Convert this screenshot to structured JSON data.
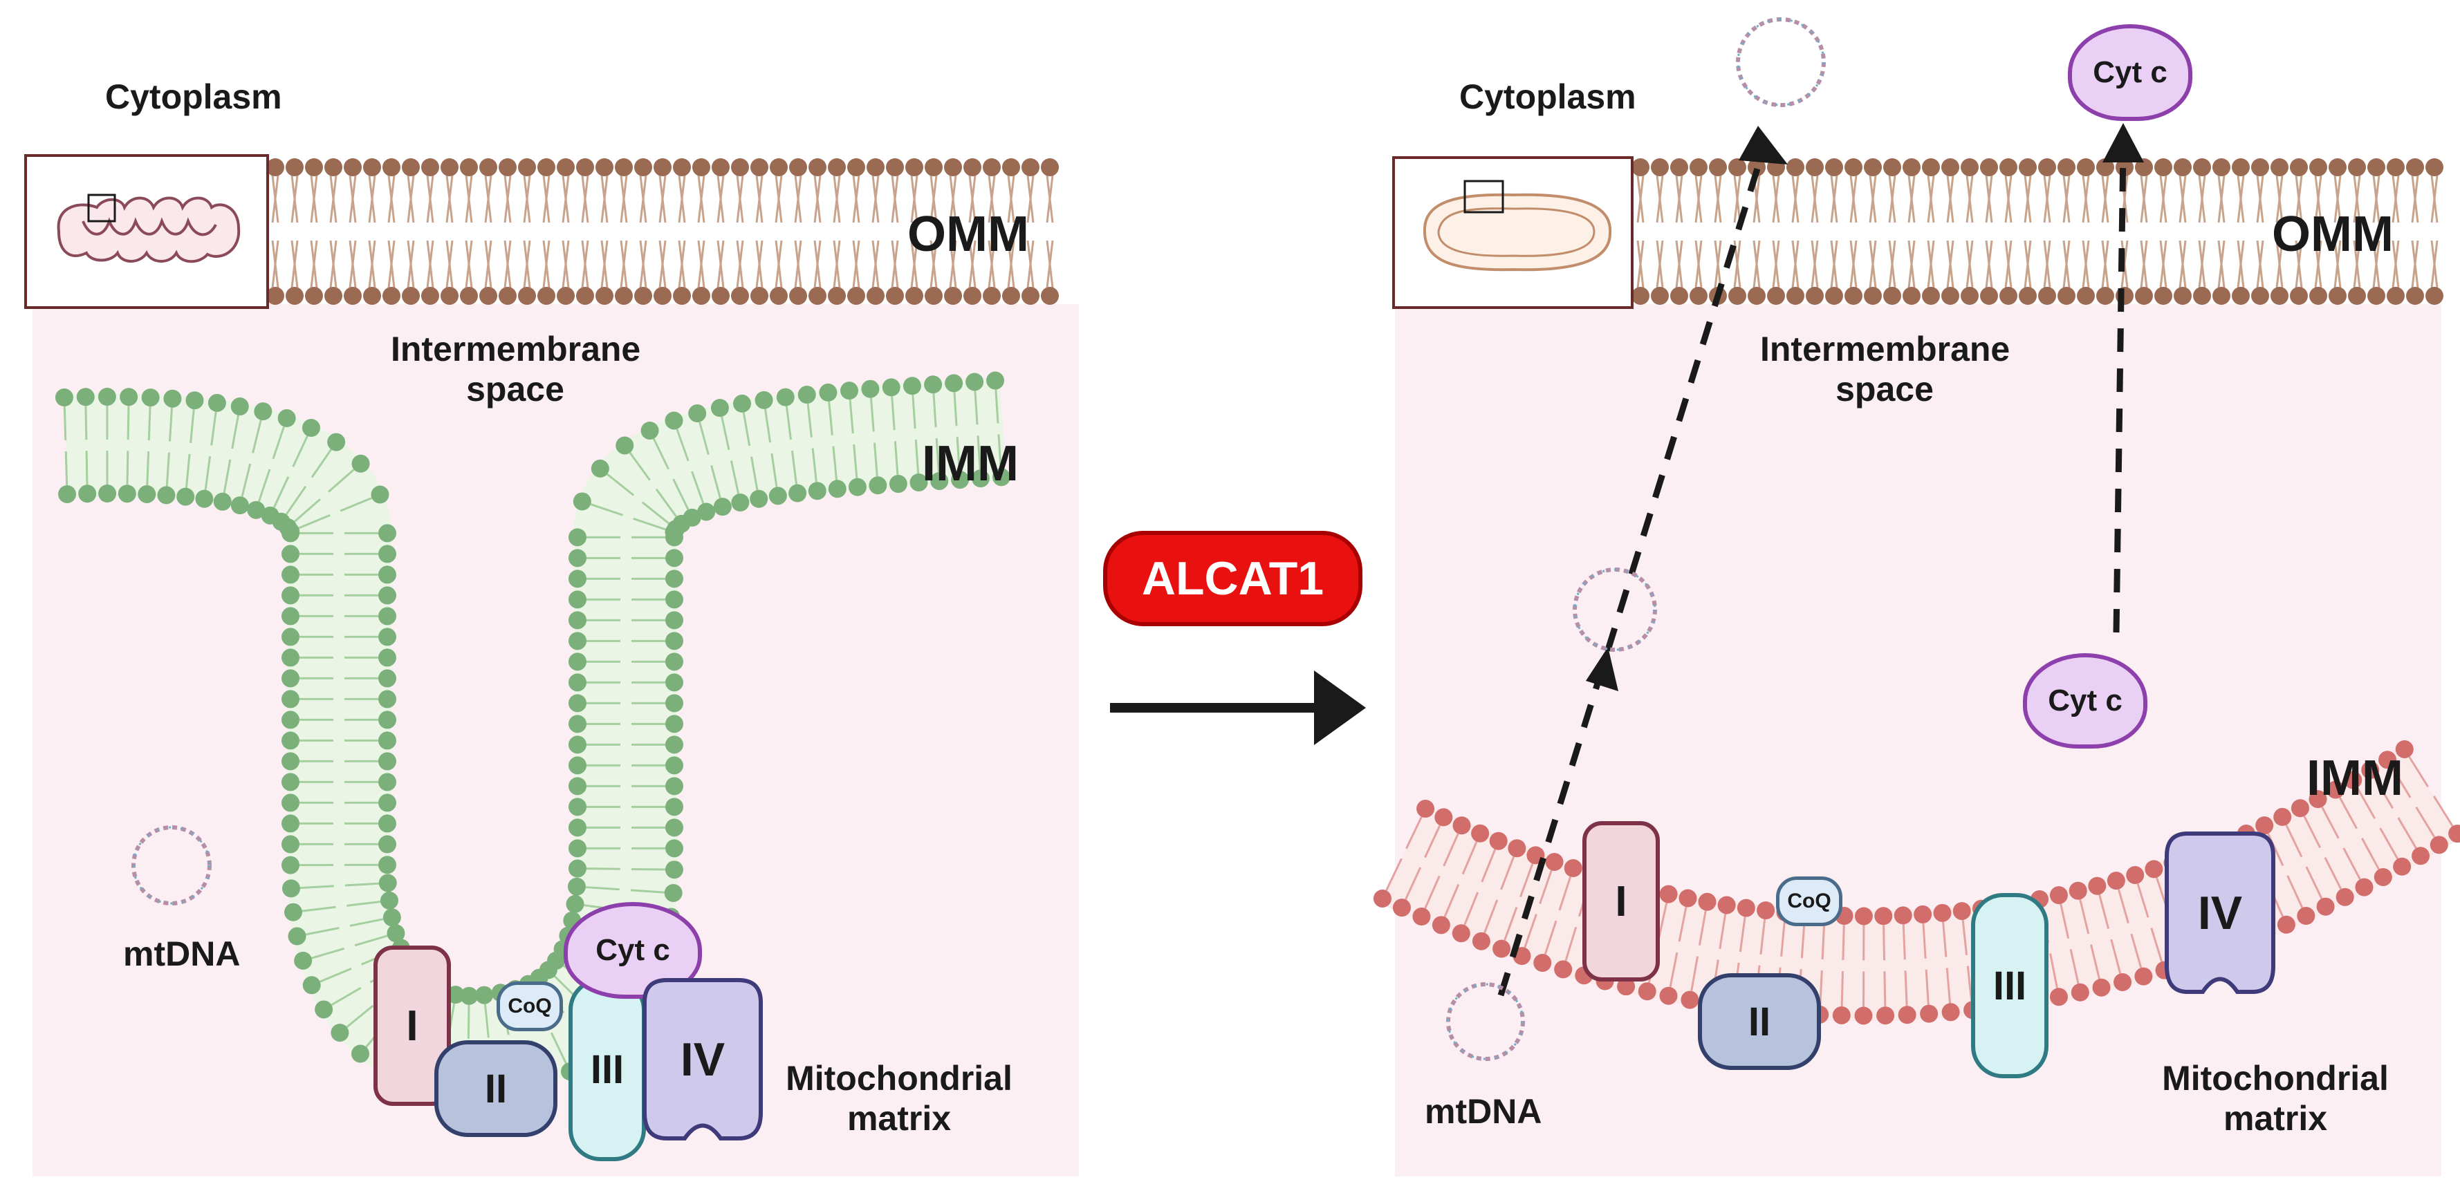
{
  "left_panel": {
    "cytoplasm": "Cytoplasm",
    "omm": "OMM",
    "intermembrane": [
      "Intermembrane",
      "space"
    ],
    "imm": "IMM",
    "mtdna": "mtDNA",
    "matrix": [
      "Mitochondrial",
      "matrix"
    ],
    "complexes": {
      "c1": "I",
      "c2": "II",
      "c3": "III",
      "c4": "IV",
      "coq": "CoQ",
      "cyt": "Cyt c"
    }
  },
  "middle": {
    "alcat1": "ALCAT1"
  },
  "right_panel": {
    "cytoplasm": "Cytoplasm",
    "omm": "OMM",
    "intermembrane": [
      "Intermembrane",
      "space"
    ],
    "imm": "IMM",
    "mtdna": "mtDNA",
    "matrix": [
      "Mitochondrial",
      "matrix"
    ],
    "complexes": {
      "c1": "I",
      "c2": "II",
      "c3": "III",
      "c4": "IV",
      "coq": "CoQ"
    },
    "cyt_released": "Cyt c",
    "cyt_in_space": "Cyt c"
  },
  "colors": {
    "matrix_bg": "#fbeff4",
    "omm_head": "#9b6a52",
    "imm_left_head": "#7cb07a",
    "imm_right_head": "#d16d6b",
    "arrow": "#1a1a1a",
    "alcat_red": "#e8110f"
  }
}
